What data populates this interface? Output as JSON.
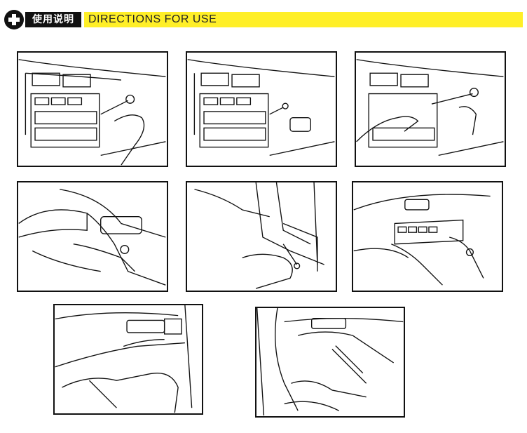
{
  "header": {
    "title_cn": "使用说明",
    "title_en": "DIRECTIONS FOR USE",
    "accent_color": "#ffef27",
    "icon": "plus-icon"
  },
  "panels": [
    {
      "id": 1,
      "scene": "dashboard-radio-pry"
    },
    {
      "id": 2,
      "scene": "dashboard-vent"
    },
    {
      "id": 3,
      "scene": "dashboard-hand-tool"
    },
    {
      "id": 4,
      "scene": "door-panel-hand-lift"
    },
    {
      "id": 5,
      "scene": "door-frame-pry"
    },
    {
      "id": 6,
      "scene": "door-switch-remove"
    },
    {
      "id": 7,
      "scene": "door-trim-pull"
    },
    {
      "id": 8,
      "scene": "door-trim-clip"
    }
  ]
}
